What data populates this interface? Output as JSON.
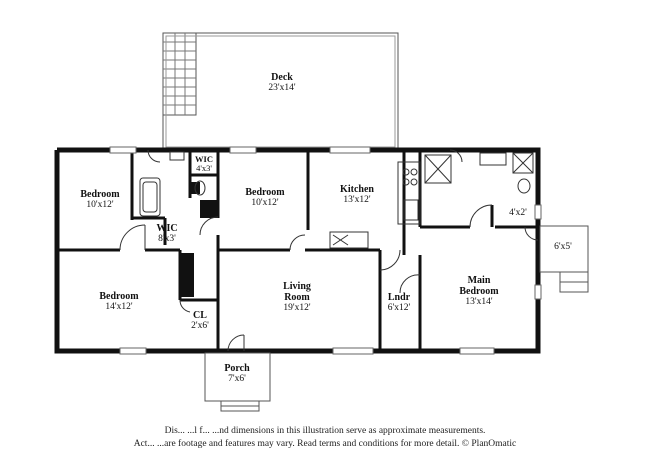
{
  "rooms": {
    "deck": {
      "name": "Deck",
      "dim": "23'x14'"
    },
    "bedroom_nw": {
      "name": "Bedroom",
      "dim": "10'x12'"
    },
    "wic_small": {
      "name": "WIC",
      "dim": "4'x3'"
    },
    "bedroom_mid": {
      "name": "Bedroom",
      "dim": "10'x12'"
    },
    "kitchen": {
      "name": "Kitchen",
      "dim": "13'x12'"
    },
    "wic_hall": {
      "name": "WIC",
      "dim": "8'x3'"
    },
    "closet_4x2": {
      "name": "",
      "dim": "4'x2'"
    },
    "stoop": {
      "name": "",
      "dim": "6'x5'"
    },
    "bedroom_sw": {
      "name": "Bedroom",
      "dim": "14'x12'"
    },
    "living": {
      "name": "Living Room",
      "name_line1": "Living",
      "name_line2": "Room",
      "dim": "19'x12'"
    },
    "laundry": {
      "name": "Lndr",
      "dim": "6'x12'"
    },
    "main_bedroom": {
      "name": "Main Bedroom",
      "name_line1": "Main",
      "name_line2": "Bedroom",
      "dim": "13'x14'"
    },
    "closet_cl": {
      "name": "CL",
      "dim": "2'x6'"
    },
    "porch": {
      "name": "Porch",
      "dim": "7'x6'"
    }
  },
  "disclaimer": {
    "line1": "Dis...  ...l f...  ...nd dimensions in this illustration serve as approximate measurements.",
    "line2": "Act...  ...are footage and features may vary. Read terms and conditions for more detail. © PlanOmatic"
  }
}
